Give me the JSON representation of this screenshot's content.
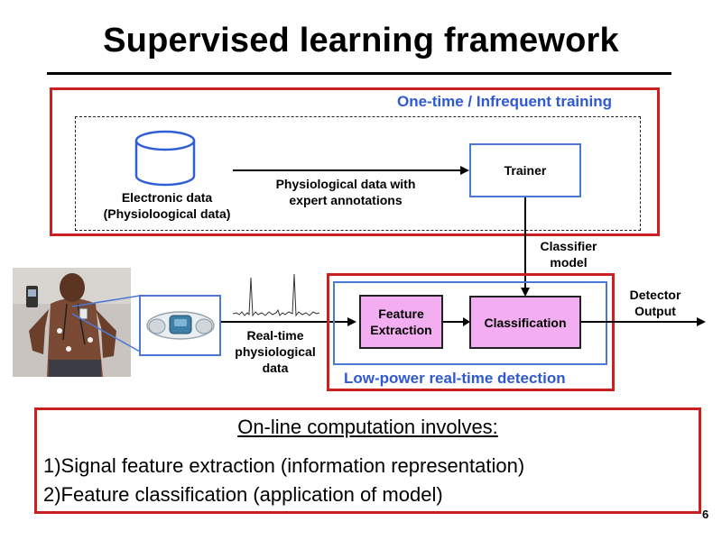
{
  "title": "Supervised learning framework",
  "training_box": {
    "label": "One-time / Infrequent training",
    "database_label_line1": "Electronic data",
    "database_label_line2": "(Physioloogical data)",
    "arrow_label_line1": "Physiological data with",
    "arrow_label_line2": "expert annotations",
    "trainer_label": "Trainer"
  },
  "classifier_label_line1": "Classifier",
  "classifier_label_line2": "model",
  "detection_box": {
    "label": "Low-power real-time detection",
    "feature_line1": "Feature",
    "feature_line2": "Extraction",
    "classification": "Classification"
  },
  "realtime_label_line1": "Real-time",
  "realtime_label_line2": "physiological",
  "realtime_label_line3": "data",
  "detector_label_line1": "Detector",
  "detector_label_line2": "Output",
  "bottom": {
    "heading": "On-line computation involves:",
    "items": [
      "1)Signal feature extraction (information representation)",
      "2)Feature classification (application of model)"
    ]
  },
  "page_number": "6",
  "colors": {
    "accent_red": "#c8211f",
    "accent_blue": "#2f59d0",
    "pink": "#f2aef0"
  }
}
